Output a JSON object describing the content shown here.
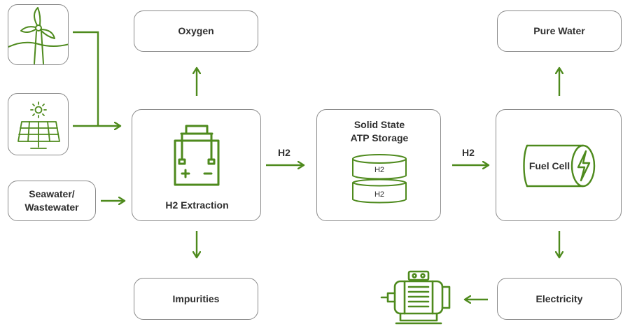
{
  "colors": {
    "accent": "#4e8a1d",
    "border": "#8a8a8a",
    "text": "#2f2f2f"
  },
  "inputs": {
    "wind_icon": "wind-turbine-icon",
    "solar_icon": "solar-panel-icon",
    "water_label": "Seawater/\nWastewater"
  },
  "extraction": {
    "label": "H2 Extraction",
    "icon": "electrolyzer-icon"
  },
  "oxygen": {
    "label": "Oxygen"
  },
  "impurities": {
    "label": "Impurities"
  },
  "flow_label_1": "H2",
  "storage": {
    "label": "Solid State\nATP Storage",
    "tank_top": "H2",
    "tank_bottom": "H2"
  },
  "flow_label_2": "H2",
  "fuel_cell": {
    "label": "Fuel Cell",
    "icon": "battery-bolt-icon"
  },
  "pure_water": {
    "label": "Pure Water"
  },
  "electricity": {
    "label": "Electricity"
  },
  "motor_icon": "electric-motor-icon"
}
